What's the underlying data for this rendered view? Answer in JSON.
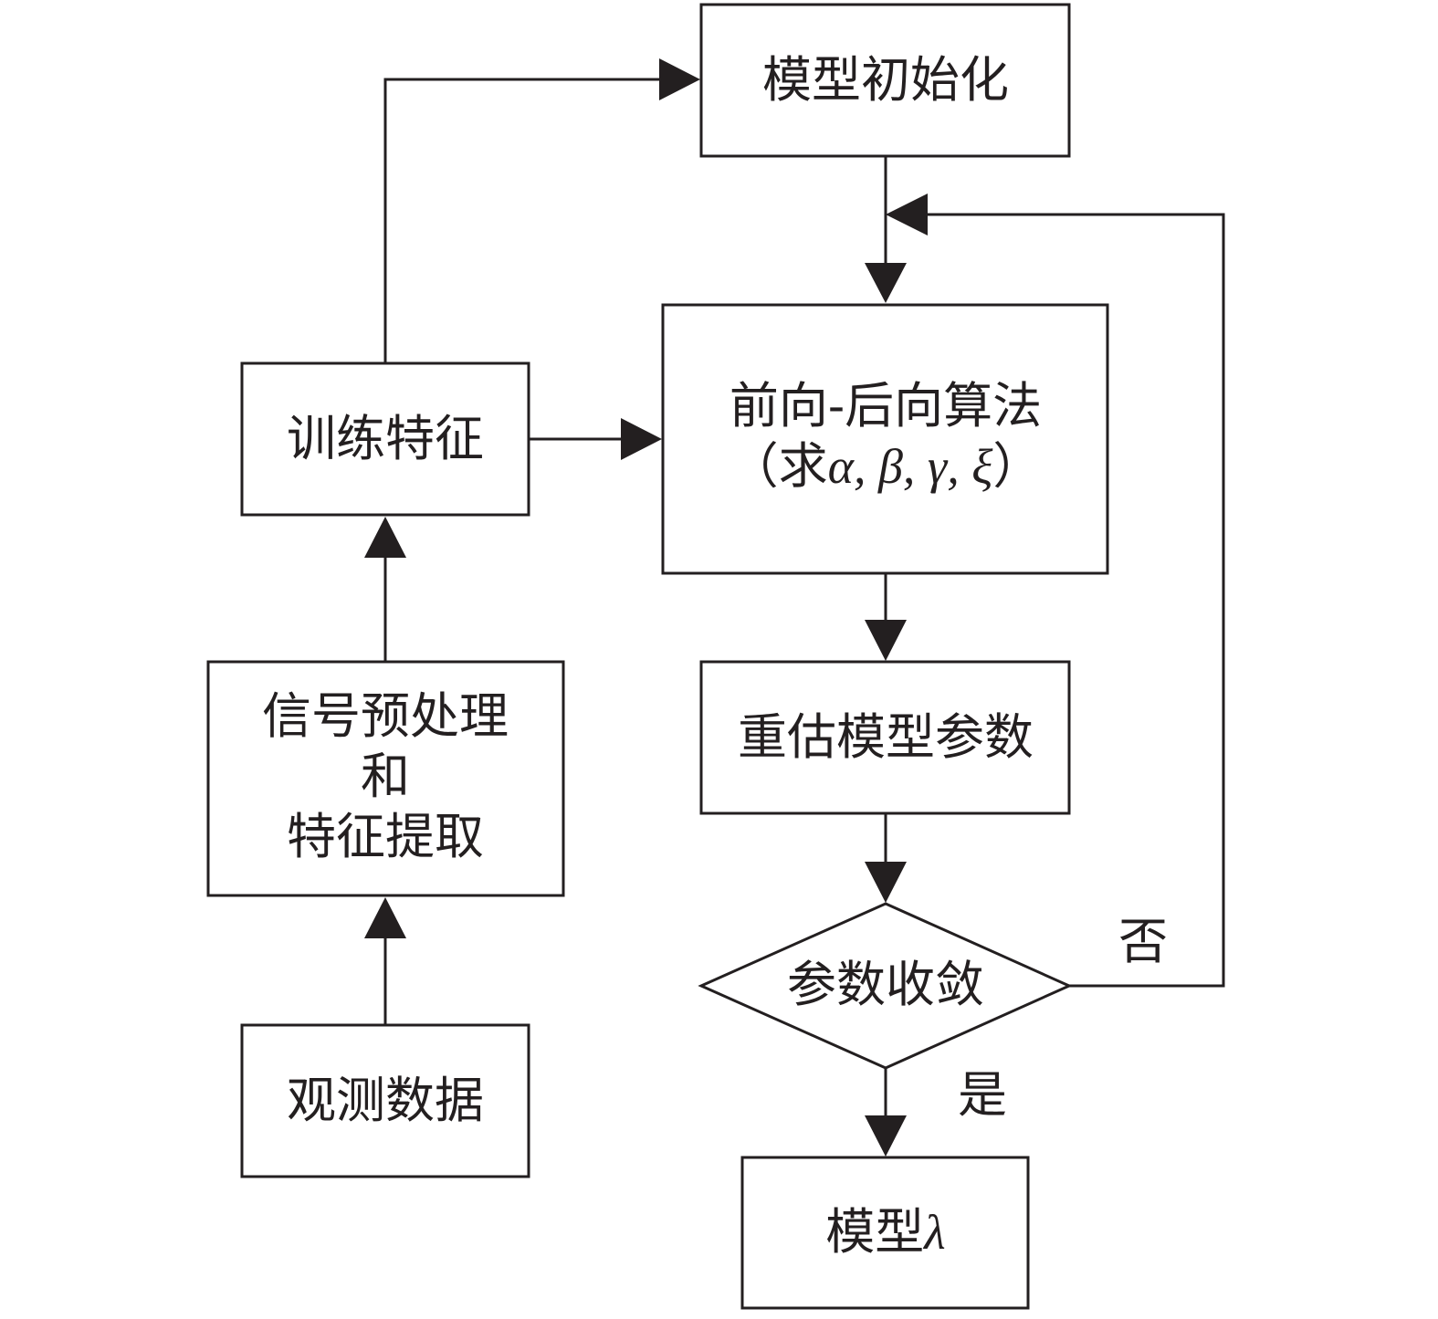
{
  "nodes": {
    "init": "模型初始化",
    "train": "训练特征",
    "fb_line1": "前向-后向算法",
    "fb_paren_open": "（",
    "fb_solve": "求",
    "fb_math": "α, β, γ, ξ",
    "fb_paren_close": "）",
    "pre_line1": "信号预处理",
    "pre_line2": "和",
    "pre_line3": "特征提取",
    "reest": "重估模型参数",
    "obs": "观测数据",
    "conv": "参数收敛",
    "model_text": "模型",
    "model_math": "λ"
  },
  "edges": {
    "no_label": "否",
    "yes_label": "是"
  },
  "colors": {
    "stroke": "#231f20",
    "background": "#ffffff"
  }
}
